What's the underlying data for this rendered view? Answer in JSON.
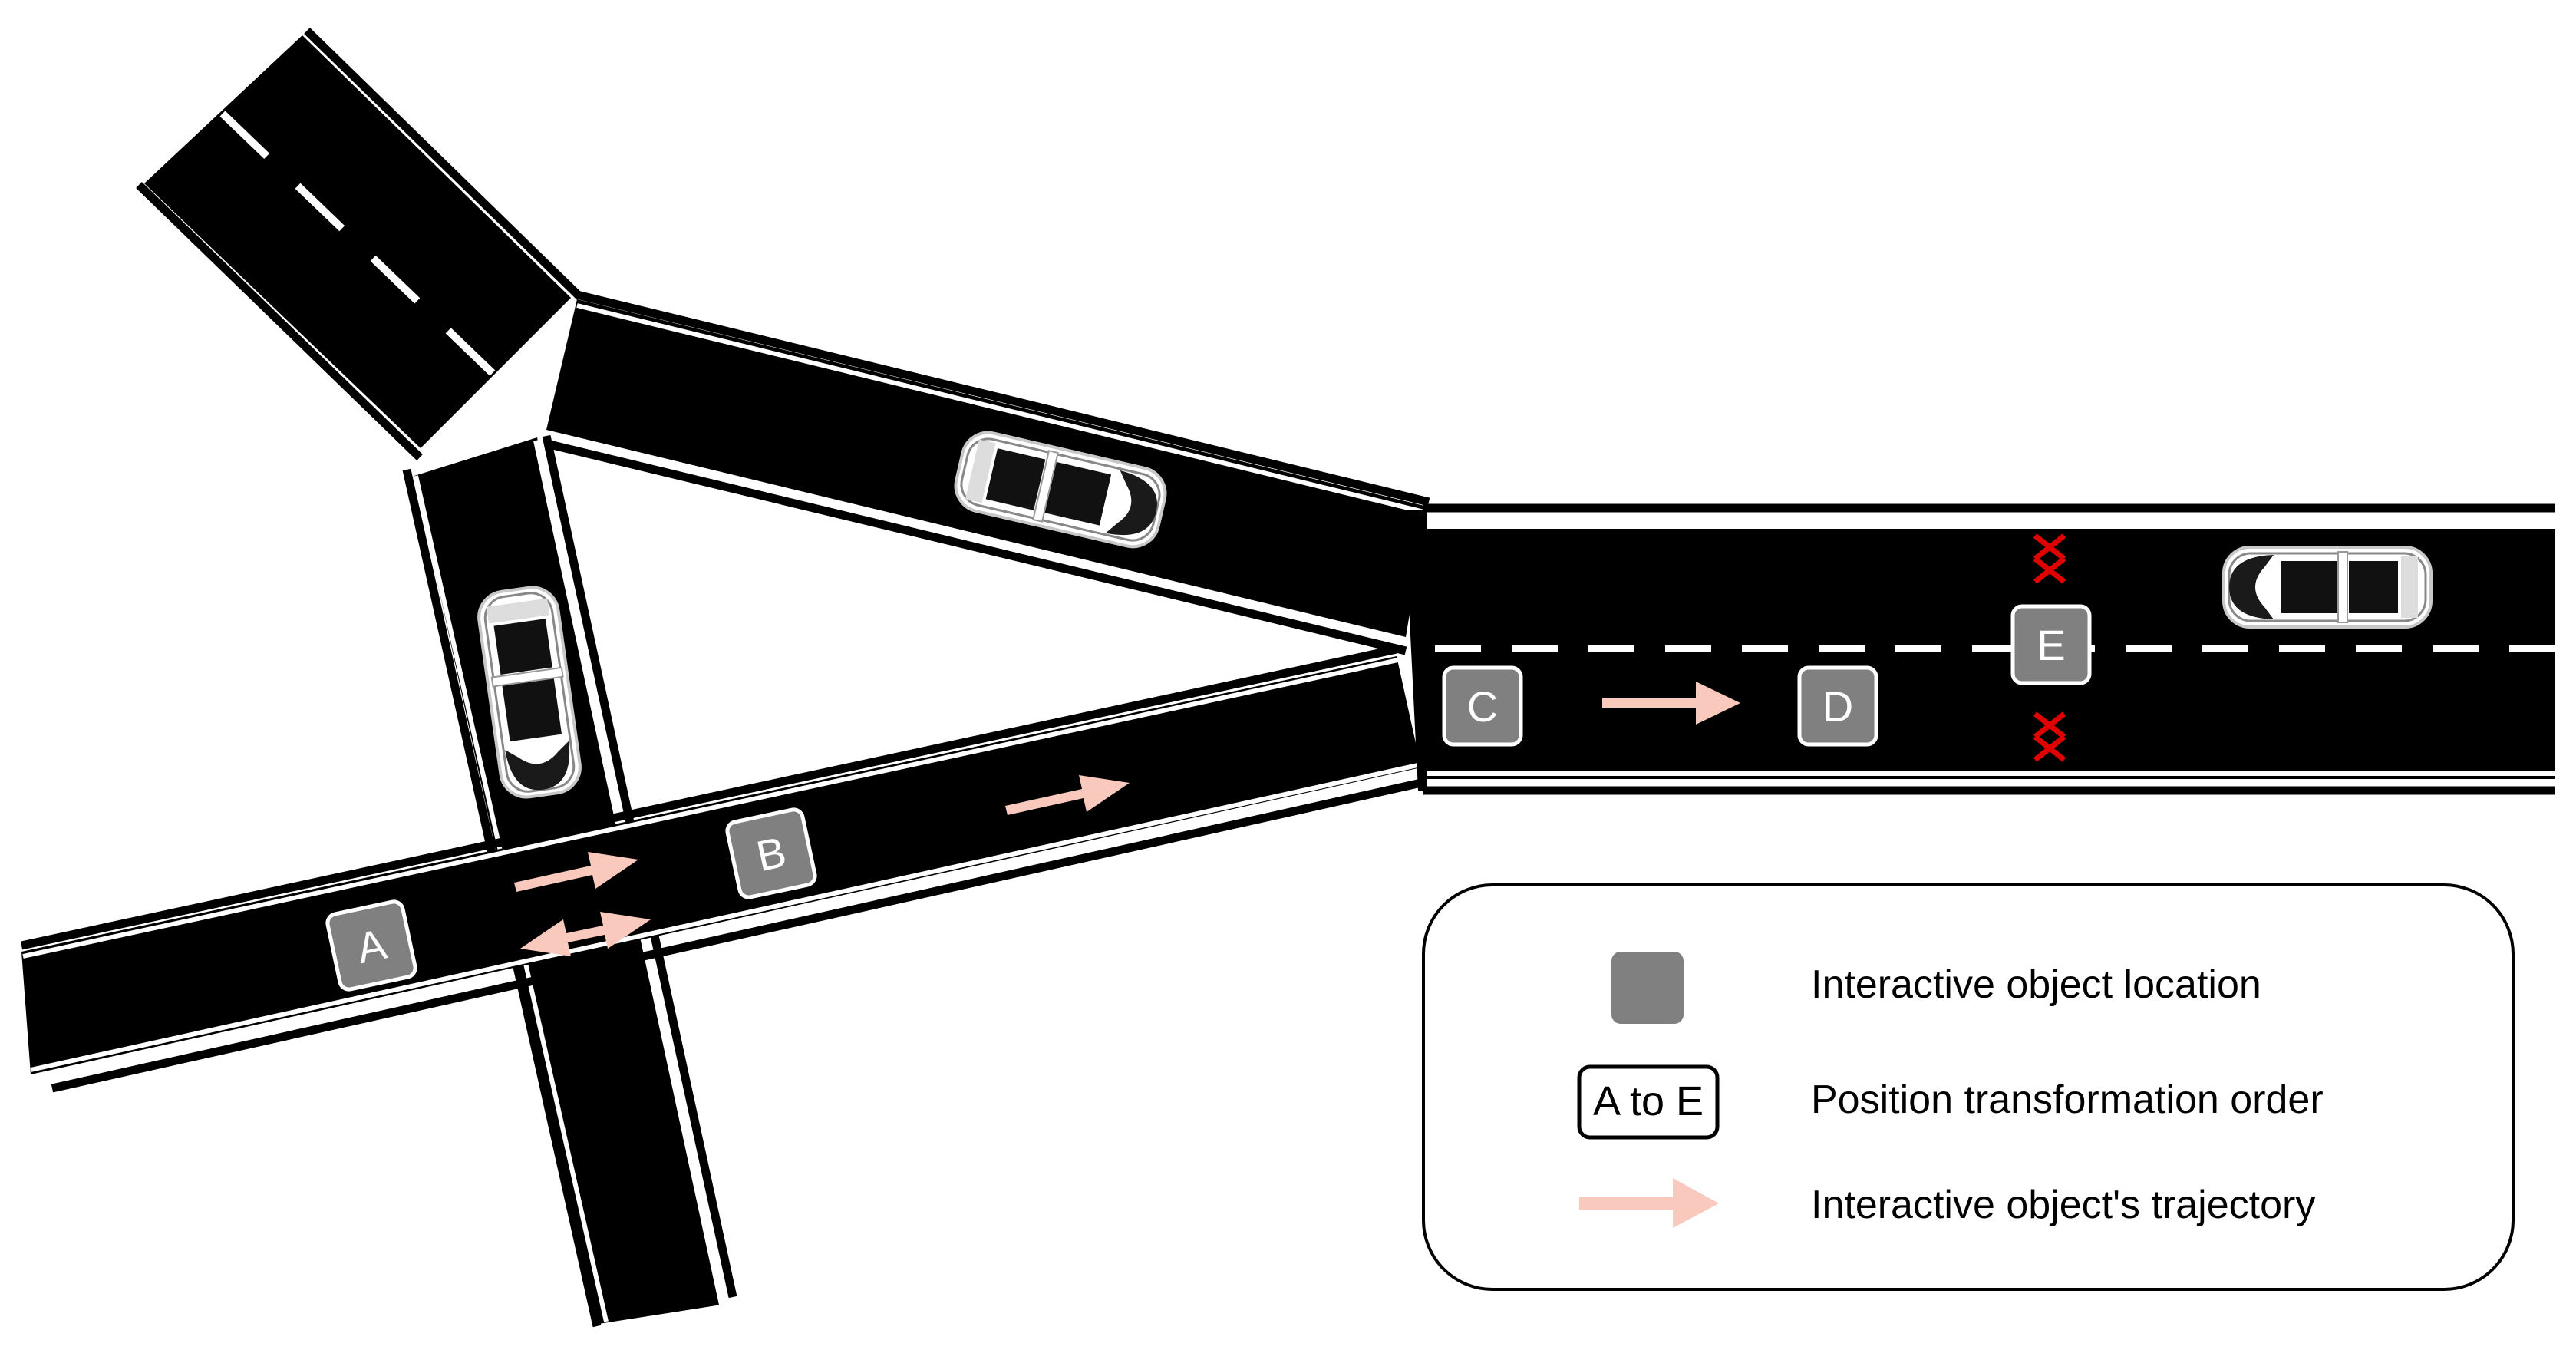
{
  "markers": [
    "A",
    "B",
    "C",
    "D",
    "E"
  ],
  "legend": {
    "location_label": "Interactive object location",
    "order_sample": "A to E",
    "order_label": "Position transformation order",
    "trajectory_label": "Interactive object's trajectory"
  },
  "colors": {
    "road": "#000000",
    "marker_fill": "#808080",
    "trajectory": "#f9c9bd",
    "blocked": "#e00000"
  }
}
